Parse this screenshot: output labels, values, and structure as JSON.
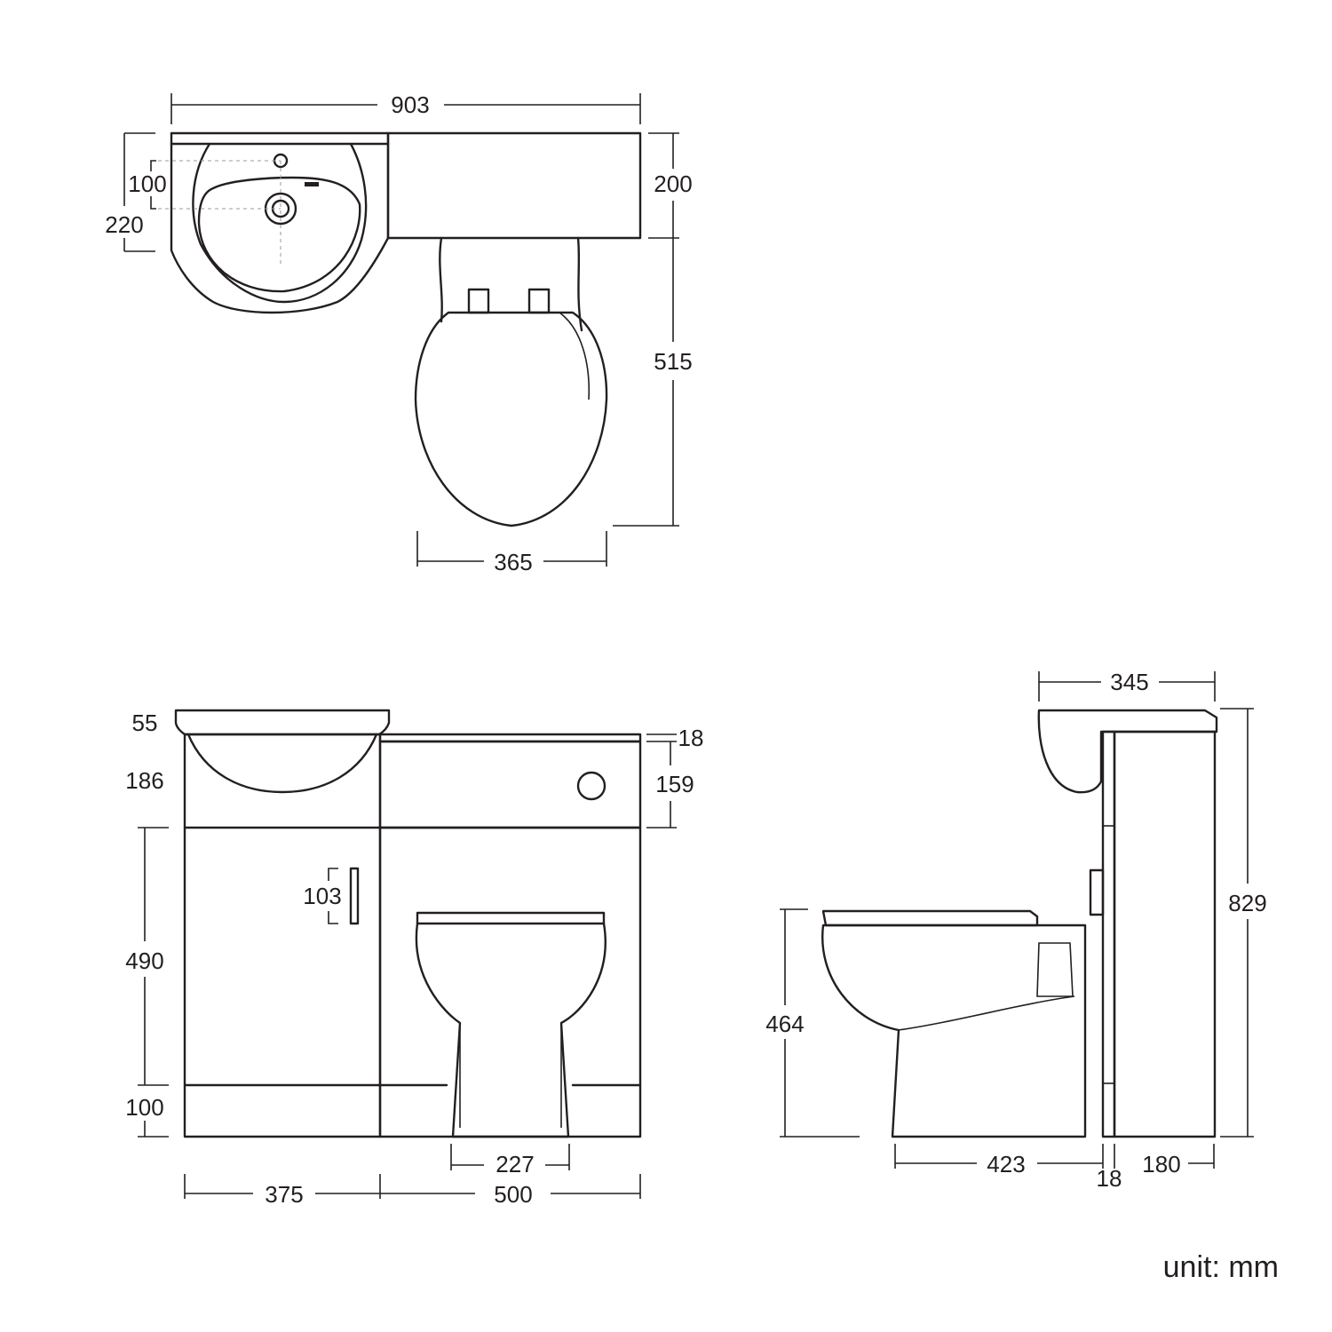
{
  "top_view": {
    "width_total": "903",
    "depth_cistern_unit": "200",
    "tap_offset": "100",
    "waste_offset": "220",
    "projection": "515",
    "pan_width": "365"
  },
  "front_view": {
    "basin_lip": "55",
    "basin_unit_height": "186",
    "cistern_top": "18",
    "cistern_panel": "159",
    "handle_height": "103",
    "door_height": "490",
    "plinth_height": "100",
    "pan_base_width": "227",
    "vanity_width": "375",
    "wc_unit_width": "500"
  },
  "side_view": {
    "overall_depth": "345",
    "overall_height": "829",
    "seat_height": "464",
    "pan_projection": "423",
    "panel_thickness": "18",
    "unit_depth": "180"
  },
  "unit_label": "unit: mm"
}
